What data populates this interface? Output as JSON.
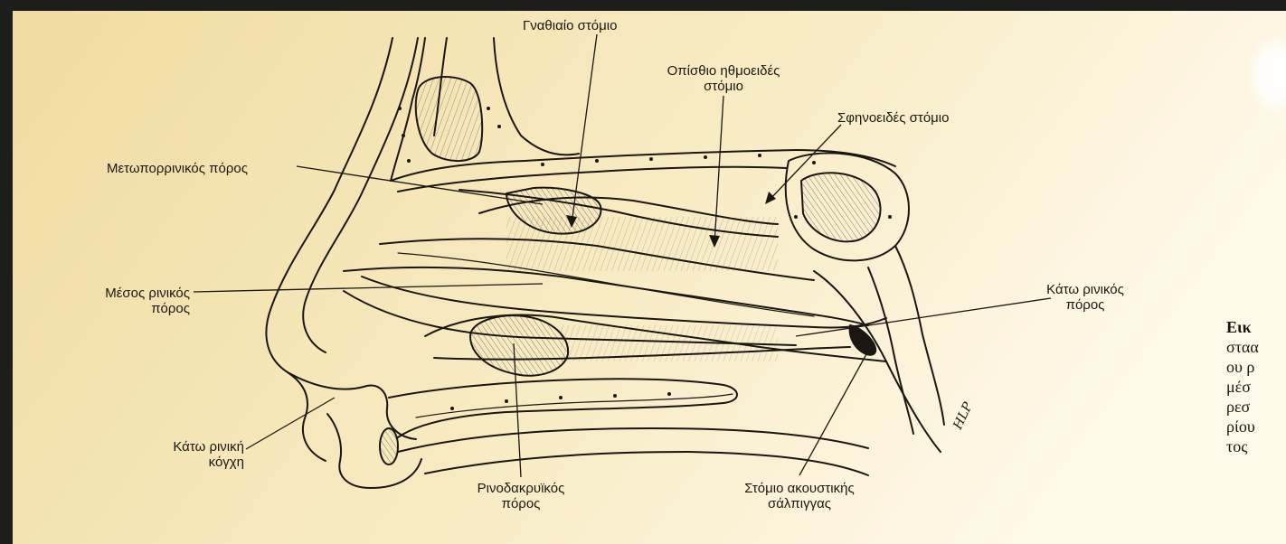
{
  "colors": {
    "paper": "#f5e6b6",
    "paper_light": "#fbf4de",
    "ink": "#1a1712",
    "border": "#1d1d1b"
  },
  "labels": {
    "maxillary_ostium": "Γναθιαίο στόμιο",
    "posterior_ethmoid_ostium": [
      "Οπίσθιο ηθμοειδές",
      "στόμιο"
    ],
    "sphenoid_ostium": "Σφηνοειδές στόμιο",
    "frontonasal_duct": "Μετωπορρινικός πόρος",
    "middle_meatus": [
      "Μέσος ρινικός",
      "πόρος"
    ],
    "inferior_meatus": [
      "Κάτω ρινικός",
      "πόρος"
    ],
    "inferior_turbinate": [
      "Κάτω ρινική",
      "κόγχη"
    ],
    "nasolacrimal_duct": [
      "Ρινοδακρυϊκός",
      "πόρος"
    ],
    "eustachian_ostium": [
      "Στόμιο ακουστικής",
      "σάλπιγγας"
    ]
  },
  "signature": "HLP",
  "caption_fragments": [
    "Εικ",
    "σταα",
    "ου ρ",
    "μέσ",
    "ρεσ",
    "ρίου",
    "τος"
  ]
}
